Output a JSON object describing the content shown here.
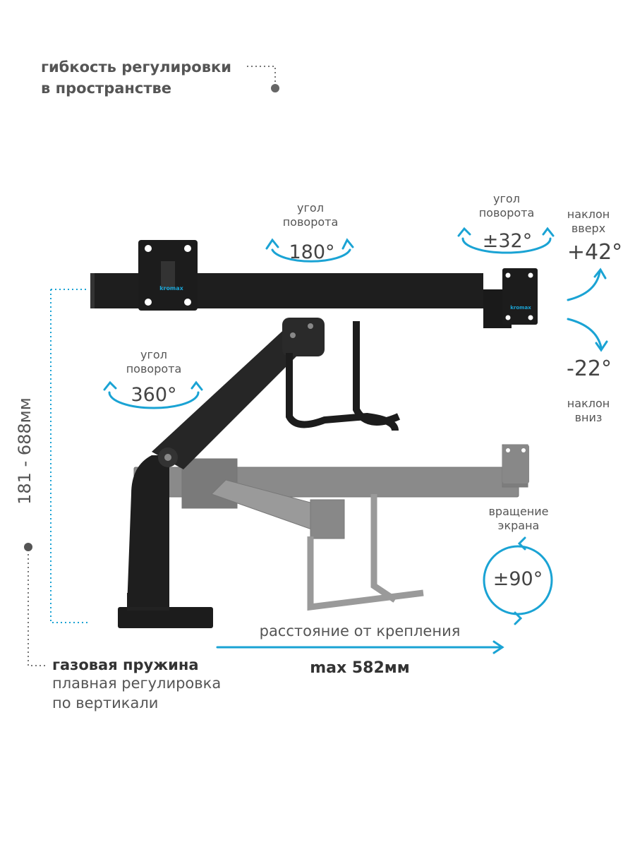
{
  "heading": {
    "line1": "гибкость регулировки",
    "line2": "в пространстве"
  },
  "rotation_180": {
    "label_line1": "угол",
    "label_line2": "поворота",
    "value": "180°"
  },
  "rotation_32": {
    "label_line1": "угол",
    "label_line2": "поворота",
    "value": "±32°"
  },
  "rotation_360": {
    "label_line1": "угол",
    "label_line2": "поворота",
    "value": "360°"
  },
  "tilt_up": {
    "label_line1": "наклон",
    "label_line2": "вверх",
    "value": "+42°"
  },
  "tilt_down": {
    "label_line1": "наклон",
    "label_line2": "вниз",
    "value": "-22°"
  },
  "screen_rotation": {
    "label_line1": "вращение",
    "label_line2": "экрана",
    "value": "±90°"
  },
  "height": {
    "value": "181 - 688мм"
  },
  "gas_spring": {
    "title": "газовая пружина",
    "line1": "плавная регулировка",
    "line2": "по вертикали"
  },
  "distance": {
    "label": "расстояние от крепления",
    "value": "max 582мм"
  },
  "brand": "kromax",
  "colors": {
    "accent": "#1aa3d4",
    "dark": "#1a1a1a",
    "ghost": "#8a8a8a",
    "text": "#555555"
  }
}
